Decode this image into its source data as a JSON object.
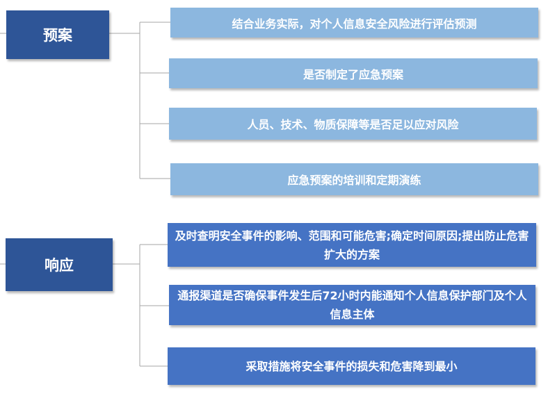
{
  "groups": [
    {
      "title": "预案",
      "items": [
        "结合业务实际，对个人信息安全风险进行评估预测",
        "是否制定了应急预案",
        "人员、技术、物质保障等是否足以应对风险",
        "应急预案的培训和定期演练"
      ]
    },
    {
      "title": "响应",
      "items": [
        "及时查明安全事件的影响、范围和可能危害;确定时间原因;提出防止危害扩大的方案",
        "通报渠道是否确保事件发生后72小时内能通知个人信息保护部门及个人信息主体",
        "采取措施将安全事件的损失和危害降到最小"
      ]
    }
  ],
  "colors": {
    "root_fill": "#2e5597",
    "plan_item_fill": "#8cb7df",
    "response_item_fill": "#4573c4",
    "connector": "#a6a6a6"
  }
}
